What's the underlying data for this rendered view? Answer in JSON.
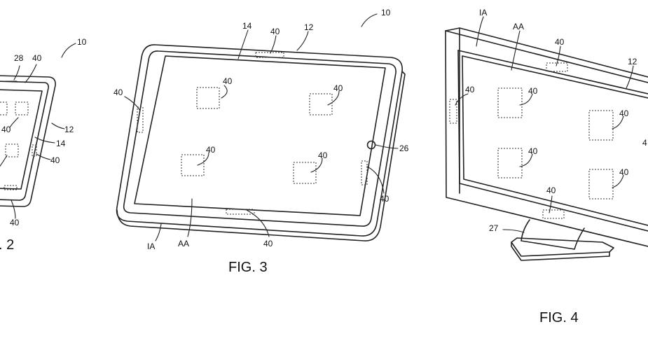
{
  "figures": {
    "fig2": {
      "caption": ". 2",
      "labels": {
        "device": "10",
        "receiver": "28",
        "sensor_top": "40",
        "housing": "12",
        "display": "14",
        "sensor_side": "40",
        "sensor_bottom": "40",
        "sensor_screen": "40"
      }
    },
    "fig3": {
      "caption": "FIG. 3",
      "labels": {
        "device": "10",
        "display": "14",
        "sensor_top": "40",
        "housing": "12",
        "sensor_left": "40",
        "button": "26",
        "sensor_right": "40",
        "sensor_bottom": "40",
        "inactive_area": "IA",
        "active_area": "AA",
        "window_tl": "40",
        "window_tr": "40",
        "window_bl": "40",
        "window_br": "40"
      }
    },
    "fig4": {
      "caption": "FIG. 4",
      "labels": {
        "inactive_area": "IA",
        "active_area": "AA",
        "sensor_top": "40",
        "housing": "12",
        "sensor_left": "40",
        "sensor_bottom": "40",
        "stand": "27",
        "window_tl": "40",
        "window_tr": "40",
        "window_bl": "40",
        "window_br": "40",
        "window_edge": "4"
      }
    }
  }
}
